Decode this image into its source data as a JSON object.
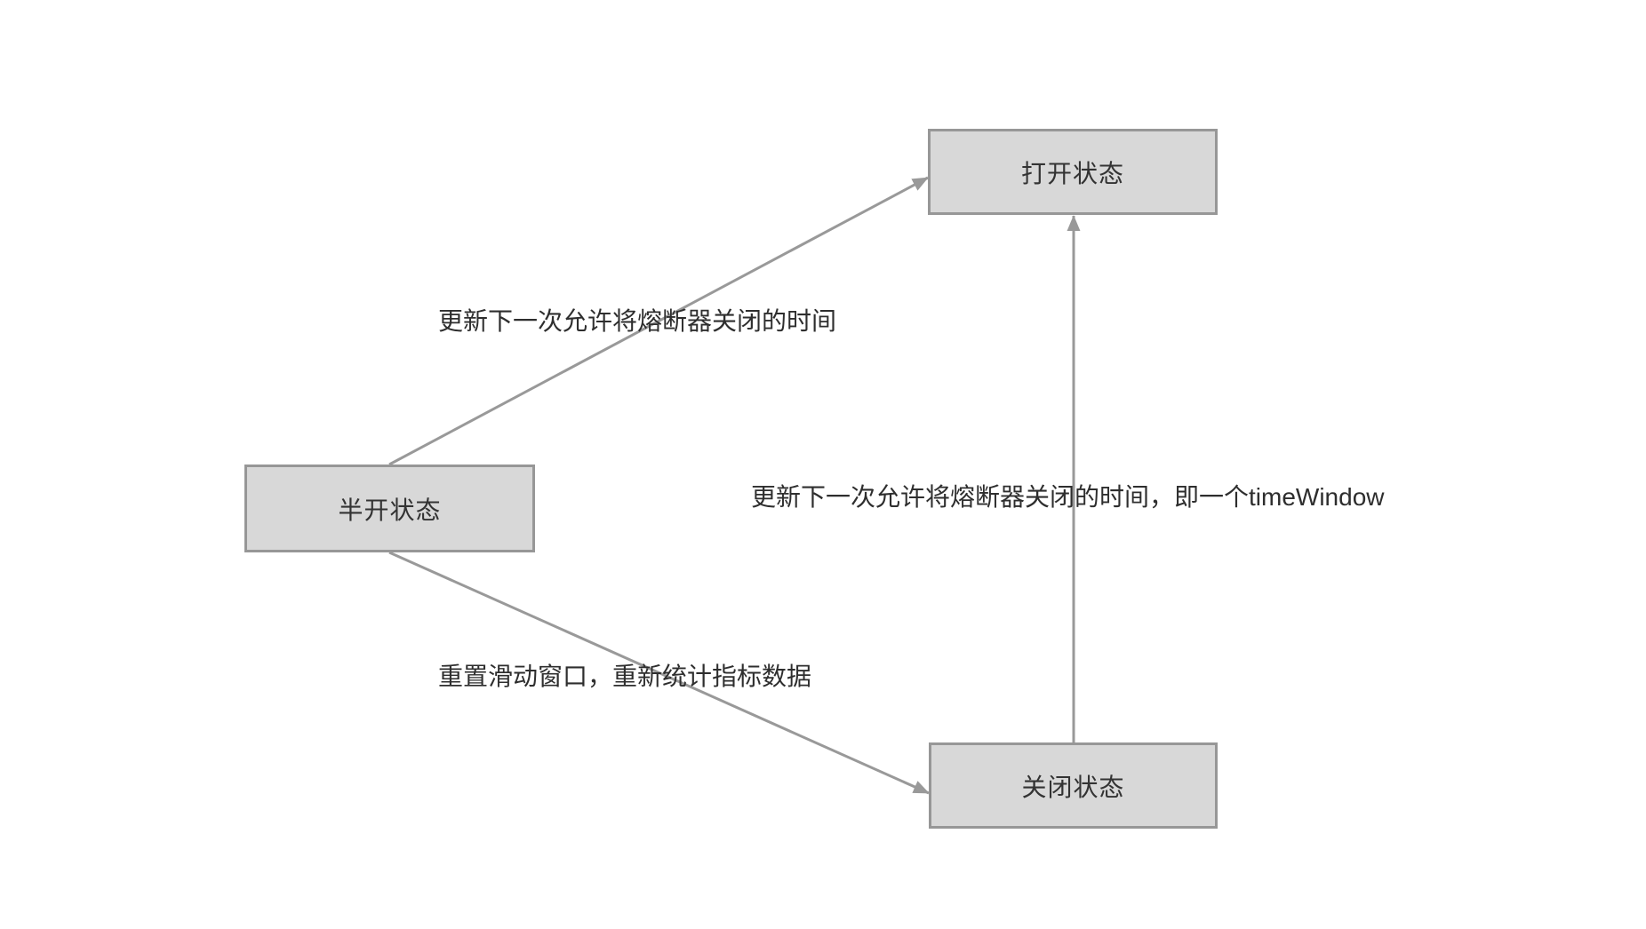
{
  "diagram": {
    "nodes": {
      "open": {
        "label": "打开状态"
      },
      "half_open": {
        "label": "半开状态"
      },
      "closed": {
        "label": "关闭状态"
      }
    },
    "edges": {
      "half_open_to_open": {
        "label": "更新下一次允许将熔断器关闭的时间"
      },
      "closed_to_open": {
        "label": "更新下一次允许将熔断器关闭的时间，即一个timeWindow"
      },
      "half_open_to_closed": {
        "label": "重置滑动窗口，重新统计指标数据"
      }
    },
    "colors": {
      "node_fill": "#d8d8d8",
      "node_border": "#979797",
      "connector": "#999999",
      "text": "#333333",
      "background": "#ffffff"
    }
  }
}
